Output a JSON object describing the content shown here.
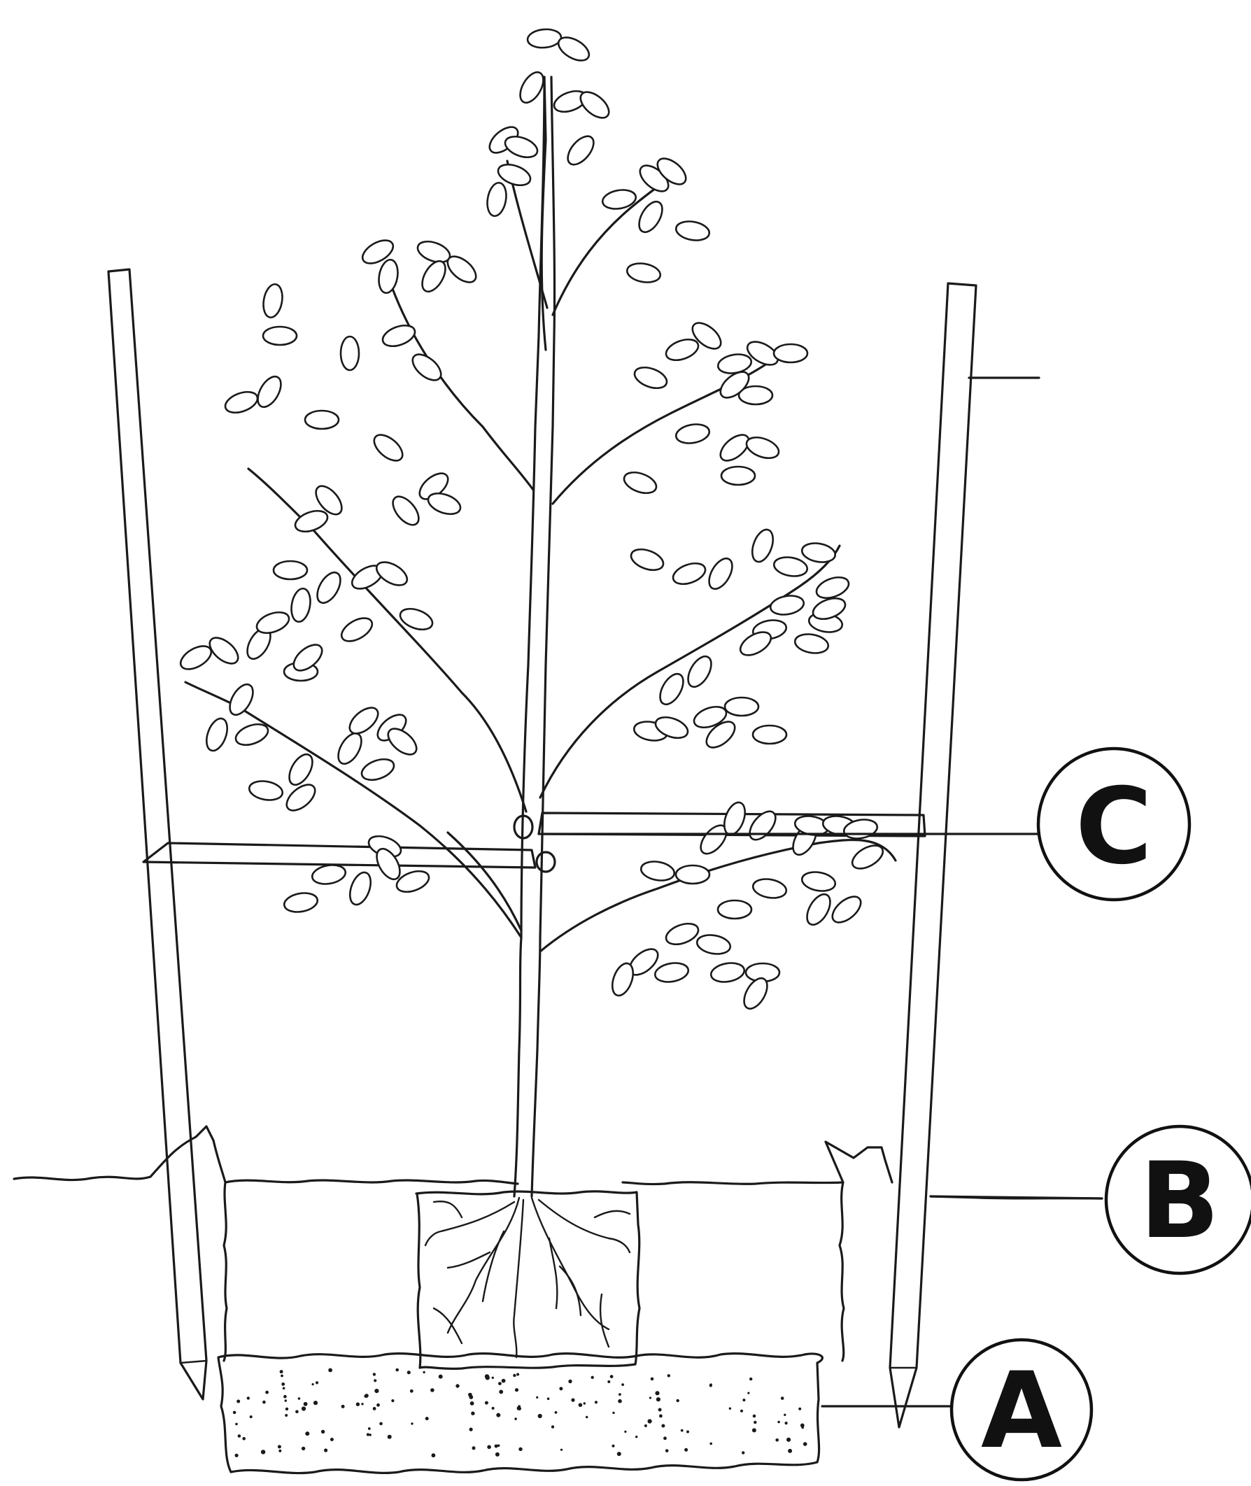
{
  "callouts": [
    {
      "id": "C",
      "label": "C"
    },
    {
      "id": "B",
      "label": "B"
    },
    {
      "id": "A",
      "label": "A"
    }
  ],
  "colors": {
    "ink": "#1a1a1a",
    "background": "#ffffff"
  }
}
